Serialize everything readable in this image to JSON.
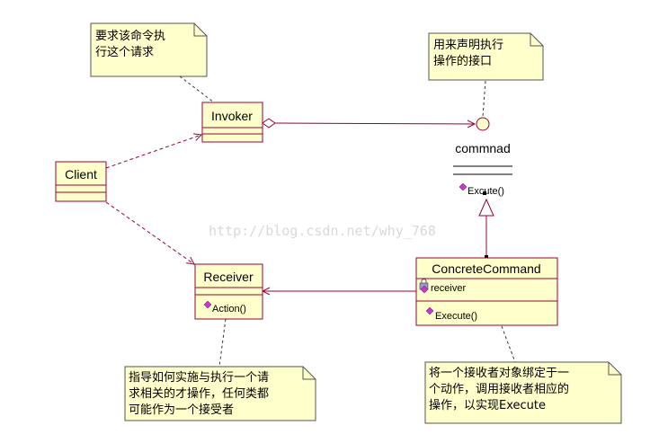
{
  "colors": {
    "box_fill": "#ffffcc",
    "box_stroke": "#990033",
    "line": "#990033",
    "note_stroke": "#555555",
    "method_icon": "#cc33cc"
  },
  "classes": {
    "invoker": {
      "name": "Invoker"
    },
    "client": {
      "name": "Client"
    },
    "receiver": {
      "name": "Receiver",
      "method": "Action()"
    },
    "concrete": {
      "name": "ConcreteCommand",
      "attribute": "receiver",
      "method": "Execute()"
    }
  },
  "interface": {
    "name": "commnad",
    "method": "Excute()"
  },
  "notes": {
    "invoker_note": [
      "要求该命令执",
      "行这个请求"
    ],
    "command_note": [
      "用来声明执行",
      "操作的接口"
    ],
    "receiver_note": [
      "指导如何实施与执行一个请",
      "求相关的才操作，任何类都",
      "可能作为一个接受者"
    ],
    "concrete_note": [
      "将一个接收者对象绑定于一",
      "个动作，调用接收者相应的",
      "操作，以实现Execute"
    ]
  },
  "watermark": "http://blog.csdn.net/why_768"
}
